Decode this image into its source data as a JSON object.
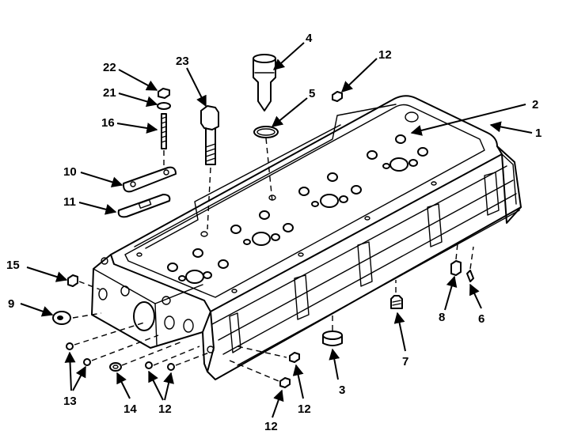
{
  "diagram": {
    "callouts": [
      {
        "id": "c1",
        "label": "1"
      },
      {
        "id": "c2",
        "label": "2"
      },
      {
        "id": "c3",
        "label": "3"
      },
      {
        "id": "c4",
        "label": "4"
      },
      {
        "id": "c5",
        "label": "5"
      },
      {
        "id": "c6",
        "label": "6"
      },
      {
        "id": "c7",
        "label": "7"
      },
      {
        "id": "c8",
        "label": "8"
      },
      {
        "id": "c9",
        "label": "9"
      },
      {
        "id": "c10",
        "label": "10"
      },
      {
        "id": "c11",
        "label": "11"
      },
      {
        "id": "c12a",
        "label": "12"
      },
      {
        "id": "c12b",
        "label": "12"
      },
      {
        "id": "c12c",
        "label": "12"
      },
      {
        "id": "c12d",
        "label": "12"
      },
      {
        "id": "c13",
        "label": "13"
      },
      {
        "id": "c14",
        "label": "14"
      },
      {
        "id": "c15",
        "label": "15"
      },
      {
        "id": "c16",
        "label": "16"
      },
      {
        "id": "c21",
        "label": "21"
      },
      {
        "id": "c22",
        "label": "22"
      },
      {
        "id": "c23",
        "label": "23"
      }
    ],
    "colors": {
      "ink": "#000000",
      "paper": "#ffffff"
    }
  }
}
